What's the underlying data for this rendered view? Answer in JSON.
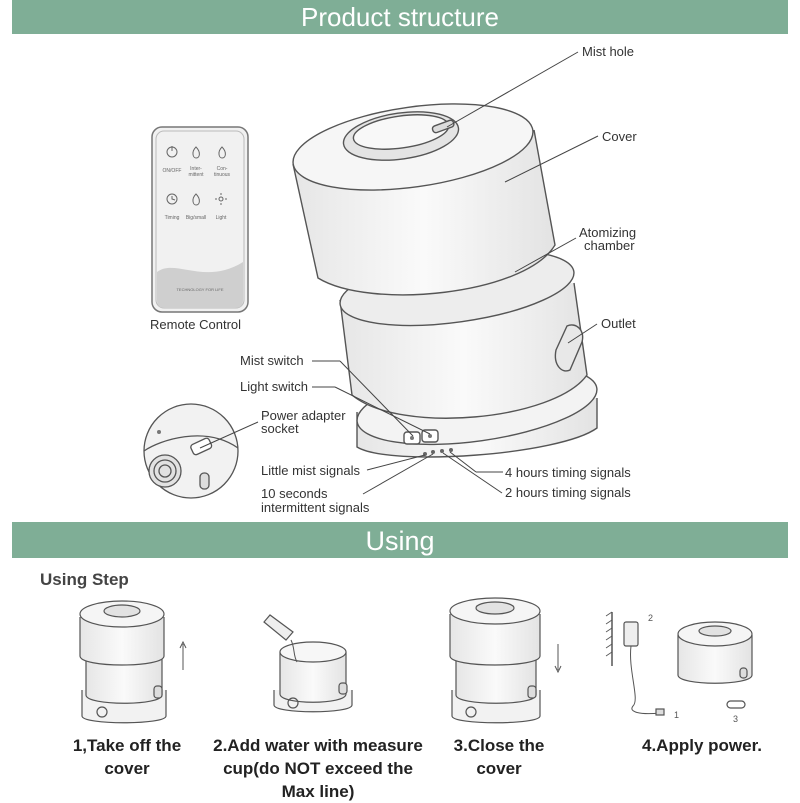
{
  "sections": {
    "structure_title": "Product structure",
    "using_title": "Using"
  },
  "remote": {
    "caption": "Remote Control",
    "buttons": [
      {
        "label": "ON/OFF",
        "icon": "power-icon"
      },
      {
        "label": "Inter-\nmittent",
        "icon": "leaf-icon"
      },
      {
        "label": "Con-\ntinuous",
        "icon": "leaf-icon"
      },
      {
        "label": "Timing",
        "icon": "clock-icon"
      },
      {
        "label": "Big/small",
        "icon": "leaf-icon"
      },
      {
        "label": "Light",
        "icon": "sun-icon"
      }
    ],
    "footer": "TECHNOLOGY FOR LIFE"
  },
  "labels": {
    "mist_hole": "Mist hole",
    "cover": "Cover",
    "atomizing_1": "Atomizing",
    "atomizing_2": "chamber",
    "outlet": "Outlet",
    "mist_switch": "Mist switch",
    "light_switch": "Light switch",
    "power_1": "Power adapter",
    "power_2": "socket",
    "little_mist": "Little mist signals",
    "ten_sec_1": "10 seconds",
    "ten_sec_2": "intermittent signals",
    "four_hours": "4 hours timing signals",
    "two_hours": "2 hours timing signals"
  },
  "using": {
    "heading": "Using Step",
    "steps": [
      {
        "line1": "1,Take off the",
        "line2": "cover",
        "line3": ""
      },
      {
        "line1": "2.Add water with measure",
        "line2": "cup(do NOT exceed the",
        "line3": "Max line)"
      },
      {
        "line1": "3.Close the",
        "line2": "cover",
        "line3": ""
      },
      {
        "line1": "4.Apply power.",
        "line2": "",
        "line3": ""
      }
    ],
    "wall_mark_2": "2",
    "wall_mark_1": "1",
    "wall_mark_3": "3"
  },
  "colors": {
    "banner": "#7fae96",
    "line": "#555555",
    "device": "#f4f4f4"
  }
}
